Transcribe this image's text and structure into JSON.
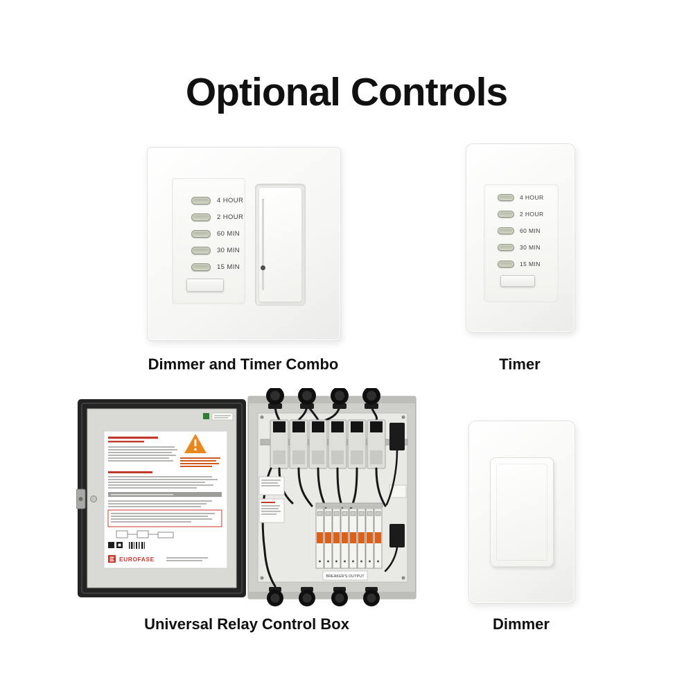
{
  "title": "Optional Controls",
  "captions": {
    "combo": "Dimmer and Timer Combo",
    "timer": "Timer",
    "relay_box": "Universal Relay Control Box",
    "dimmer": "Dimmer"
  },
  "timer_labels": [
    "4 HOUR",
    "2 HOUR",
    "60 MIN",
    "30 MIN",
    "15 MIN"
  ],
  "relay_box": {
    "brand": "EUROFASE",
    "breakers_label": "BREAKER'S OUTPUT"
  },
  "colors": {
    "title_text": "#111111",
    "led_button": "#c3c9b6",
    "warning_orange": "#e8871e",
    "label_red": "#c0392b",
    "breaker_orange": "#df5f16"
  }
}
